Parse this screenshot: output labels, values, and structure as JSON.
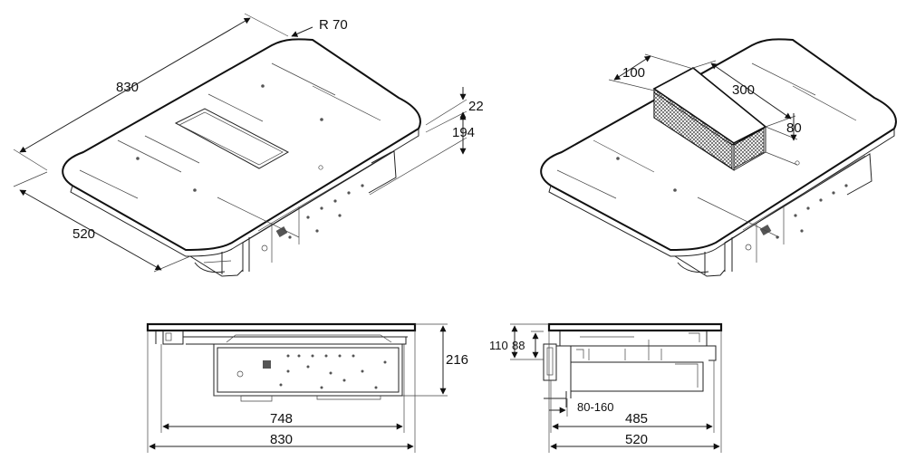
{
  "views": {
    "iso_left": {
      "dims": {
        "radius": "R 70",
        "length": "830",
        "width": "520",
        "top_height": "22",
        "body_height": "194"
      }
    },
    "iso_right": {
      "dims": {
        "extractor_depth": "100",
        "extractor_length": "300",
        "extractor_height": "80"
      }
    },
    "front": {
      "dims": {
        "height": "216",
        "inner_width": "748",
        "outer_width": "830"
      }
    },
    "side": {
      "dims": {
        "outlet_height": "110",
        "outlet_inner": "88",
        "offset": "80-160",
        "inner_width": "485",
        "outer_width": "520"
      }
    }
  }
}
